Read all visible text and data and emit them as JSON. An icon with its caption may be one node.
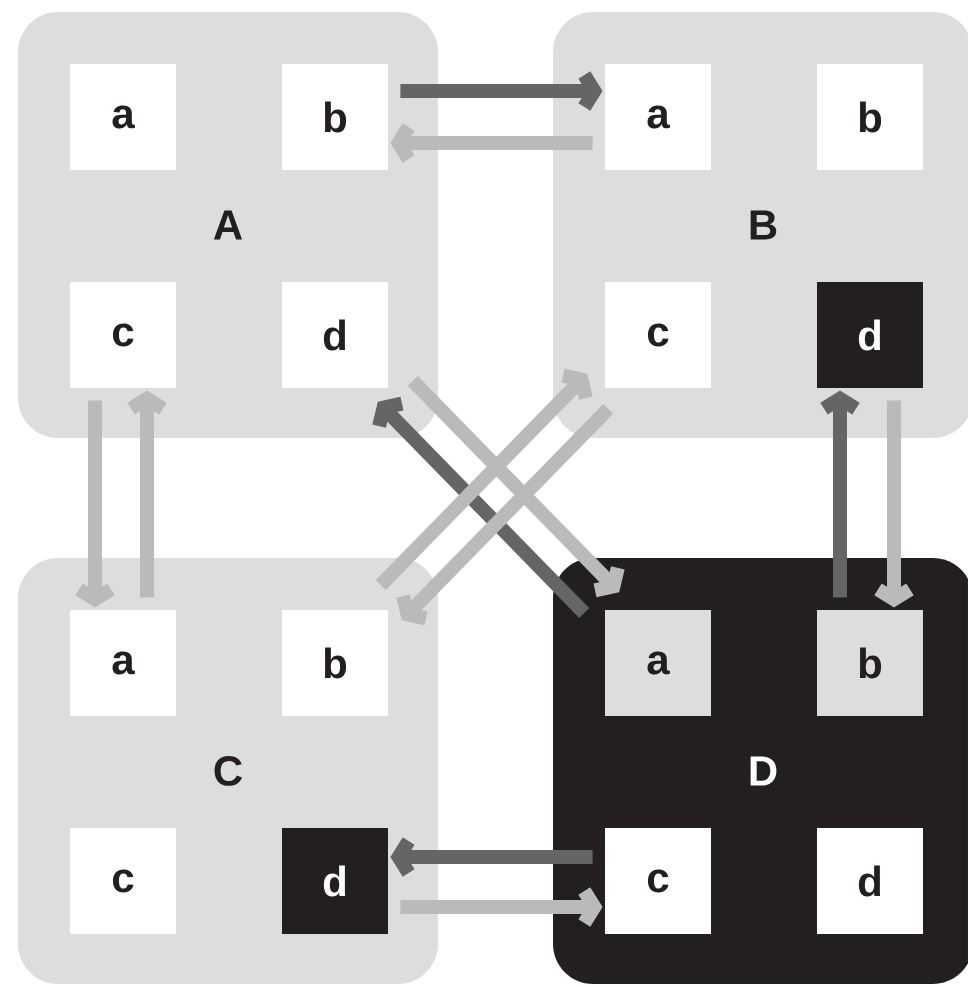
{
  "diagram": {
    "nodes": [
      {
        "text": [
          "A"
        ]
      },
      {
        "text": [
          "a"
        ],
        "in": 0
      },
      {
        "text": [
          "b"
        ],
        "in": 0
      },
      {
        "text": [
          "c"
        ],
        "in": 0
      },
      {
        "text": [
          "d"
        ],
        "in": 0
      },
      {
        "text": [
          "B"
        ]
      },
      {
        "text": [
          "a"
        ],
        "in": 5
      },
      {
        "text": [
          "b"
        ],
        "in": 5
      },
      {
        "text": [
          "c"
        ],
        "in": 5
      },
      {
        "text": [
          "d"
        ],
        "in": 5
      },
      {
        "text": [
          "C"
        ]
      },
      {
        "text": [
          "a"
        ],
        "in": 10
      },
      {
        "text": [
          "b"
        ],
        "in": 10
      },
      {
        "text": [
          "c"
        ],
        "in": 10
      },
      {
        "text": [
          "d"
        ],
        "in": 10
      },
      {
        "text": [
          "D"
        ]
      },
      {
        "text": [
          "a"
        ],
        "in": 15
      },
      {
        "text": [
          "b"
        ],
        "in": 15
      },
      {
        "text": [
          "c"
        ],
        "in": 15
      },
      {
        "text": [
          "d"
        ],
        "in": 15
      }
    ],
    "edges": [
      {
        "from": 2,
        "to": 6,
        "arrow": "to",
        "color": "#646567"
      },
      {
        "from": 6,
        "to": 2,
        "arrow": "to"
      },
      {
        "from": 3,
        "to": 11,
        "arrow": "to"
      },
      {
        "from": 11,
        "to": 3,
        "arrow": "to"
      },
      {
        "from": 18,
        "to": 14,
        "arrow": "to",
        "color": "#646567"
      },
      {
        "from": 14,
        "to": 18,
        "arrow": "to"
      },
      {
        "from": 17,
        "to": 9,
        "arrow": "to",
        "color": "#646567"
      },
      {
        "from": 9,
        "to": 17,
        "arrow": "to"
      },
      {
        "from": 16,
        "to": 4,
        "arrow": "to",
        "color": "#646567"
      },
      {
        "from": 4,
        "to": 16,
        "arrow": "to"
      },
      {
        "from": 12,
        "to": 8,
        "arrow": "to"
      },
      {
        "from": 8,
        "to": 12,
        "arrow": "to"
      }
    ]
  }
}
